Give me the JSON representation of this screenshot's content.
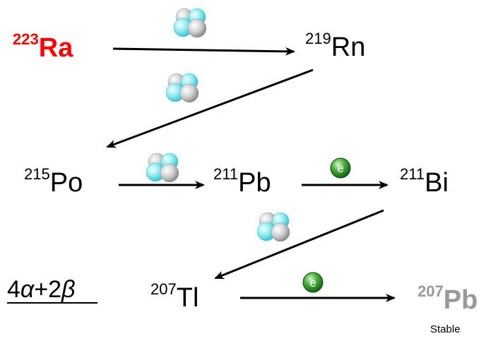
{
  "nuclides": {
    "ra223": {
      "mass": "223",
      "symbol": "Ra"
    },
    "rn219": {
      "mass": "219",
      "symbol": "Rn"
    },
    "po215": {
      "mass": "215",
      "symbol": "Po"
    },
    "pb211": {
      "mass": "211",
      "symbol": "Pb"
    },
    "bi211": {
      "mass": "211",
      "symbol": "Bi"
    },
    "tl207": {
      "mass": "207",
      "symbol": "Tl"
    },
    "pb207": {
      "mass": "207",
      "symbol": "Pb"
    }
  },
  "stable_label": "Stable",
  "summary": {
    "alpha_count": "4",
    "alpha_symbol": "α",
    "plus": "+",
    "beta_count": "2",
    "beta_symbol": "β"
  },
  "electron_label": "e",
  "colors": {
    "start_nuclide": "#ff0000",
    "stable_nuclide": "#999999",
    "arrow": "#000000",
    "electron": "#2e8b2e",
    "alpha_proton": "#cccccc",
    "alpha_neutron": "#7fe6ee"
  },
  "icons": {
    "alpha_particle": "alpha-particle-icon",
    "electron": "electron-icon"
  }
}
